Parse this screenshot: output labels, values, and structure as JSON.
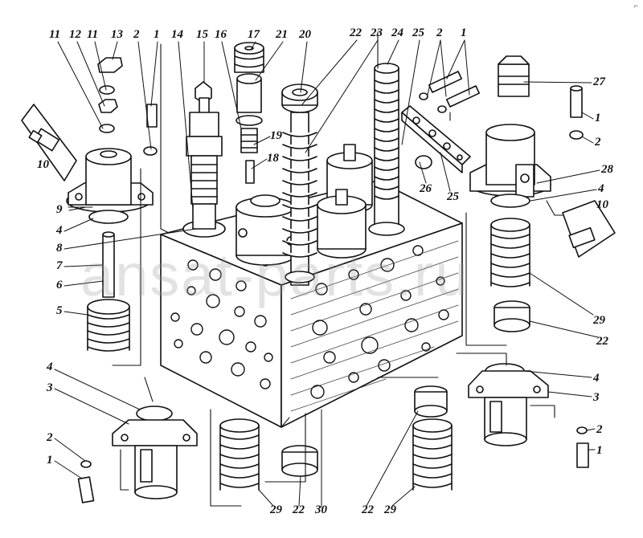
{
  "figure": {
    "watermark": "ansat-parts.ru",
    "corner_mark": "⌐"
  },
  "callouts": [
    "11",
    "12",
    "11",
    "13",
    "2",
    "1",
    "14",
    "15",
    "16",
    "17",
    "21",
    "20",
    "22",
    "23",
    "24",
    "25",
    "2",
    "1",
    "27",
    "1",
    "2",
    "28",
    "4",
    "10",
    "10",
    "9",
    "4",
    "8",
    "7",
    "6",
    "5",
    "19",
    "18",
    "26",
    "25",
    "29",
    "22",
    "4",
    "3",
    "2",
    "1",
    "29",
    "22",
    "30",
    "22",
    "29",
    "4",
    "3",
    "2",
    "1"
  ]
}
